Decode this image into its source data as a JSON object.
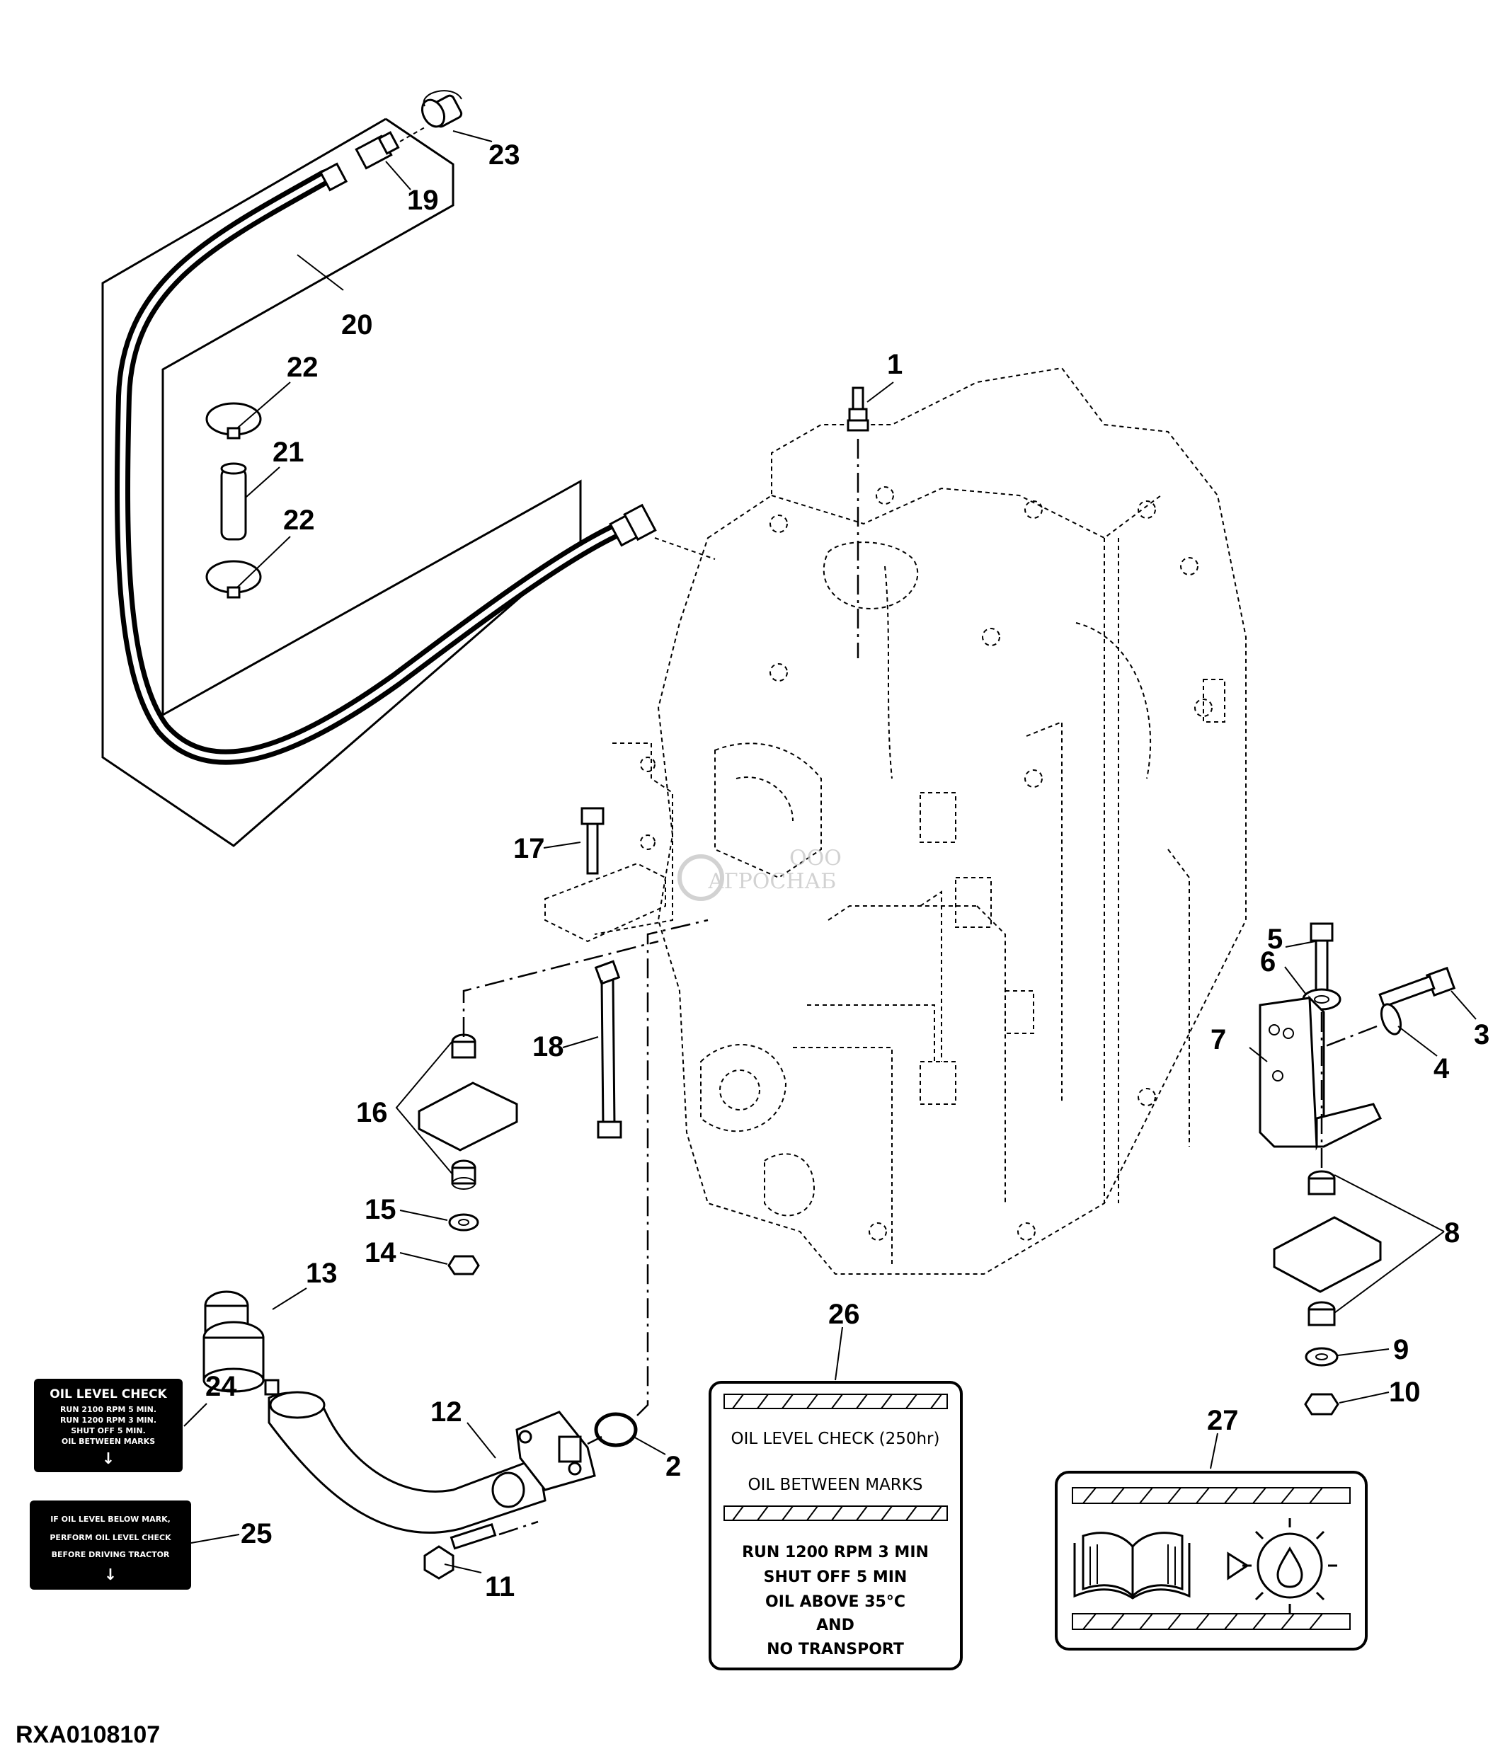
{
  "figure_code": "RXA0108107",
  "callouts": [
    "1",
    "2",
    "3",
    "4",
    "5",
    "6",
    "7",
    "8",
    "9",
    "10",
    "11",
    "12",
    "13",
    "14",
    "15",
    "16",
    "17",
    "18",
    "19",
    "20",
    "21",
    "22",
    "22",
    "23",
    "24",
    "25",
    "26",
    "27"
  ],
  "decal_24": {
    "lines": [
      "OIL LEVEL CHECK",
      "RUN 2100 RPM 5 MIN.",
      "RUN 1200 RPM 3 MIN.",
      "SHUT OFF 5 MIN.",
      "OIL BETWEEN MARKS"
    ],
    "arrow": "↓"
  },
  "decal_25": {
    "lines": [
      "IF OIL LEVEL BELOW MARK,",
      "PERFORM OIL LEVEL CHECK",
      "BEFORE DRIVING TRACTOR"
    ],
    "arrow": "↓"
  },
  "decal_26": {
    "line1": "OIL LEVEL CHECK (250hr)",
    "line2": "OIL BETWEEN MARKS",
    "lines": [
      "RUN 1200 RPM 3 MIN",
      "SHUT OFF 5 MIN",
      "OIL ABOVE 35°C",
      "AND",
      "NO TRANSPORT"
    ]
  },
  "decal_27": {
    "icons": [
      "book-icon",
      "arrow-right-icon",
      "gear-oil-drop-icon"
    ]
  },
  "watermark": {
    "small": "ООО",
    "text": "АГРОСНАБ"
  }
}
